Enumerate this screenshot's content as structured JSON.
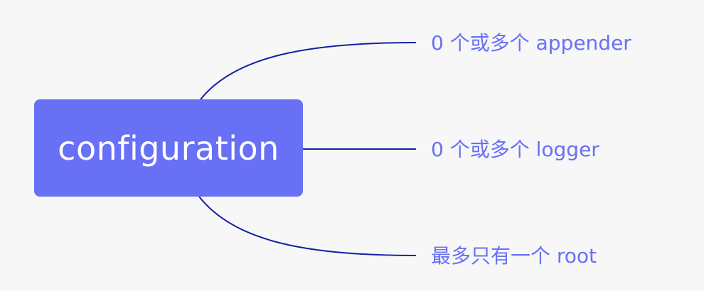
{
  "colors": {
    "background": "#f7f7f7",
    "root_fill": "#6870f6",
    "root_text": "#ffffff",
    "connector": "#1321a6",
    "child_text": "#6870f6"
  },
  "root": {
    "label": "configuration"
  },
  "children": [
    {
      "label": "0 个或多个 appender"
    },
    {
      "label": "0 个或多个 logger"
    },
    {
      "label": "最多只有一个 root"
    }
  ]
}
